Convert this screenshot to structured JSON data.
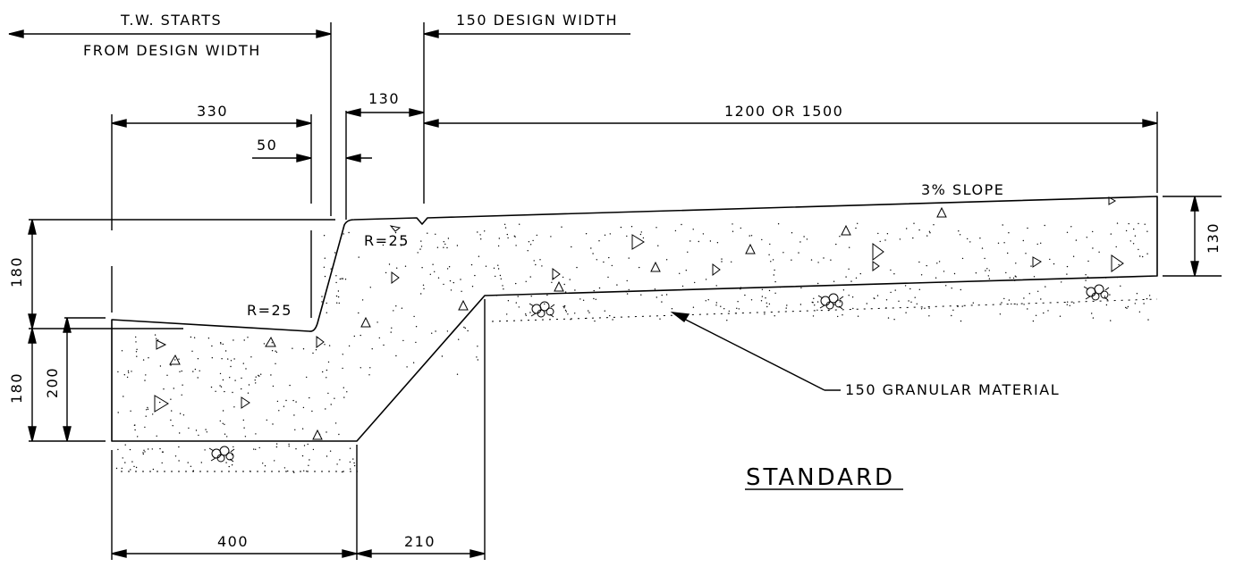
{
  "drawing": {
    "title": "STANDARD",
    "notes": {
      "tw_starts_line1": "T.W. STARTS",
      "tw_starts_line2": "FROM DESIGN WIDTH",
      "design_width": "150 DESIGN WIDTH",
      "slope": "3% SLOPE",
      "granular": "150 GRANULAR MATERIAL",
      "radius_upper": "R=25",
      "radius_lower": "R=25"
    },
    "dimensions": {
      "top_130": "130",
      "span_1200_1500": "1200 OR 1500",
      "gutter_330": "330",
      "lip_50": "50",
      "left_180_upper": "180",
      "left_180_lower": "180",
      "left_200": "200",
      "right_130": "130",
      "bottom_400": "400",
      "bottom_210": "210"
    }
  }
}
